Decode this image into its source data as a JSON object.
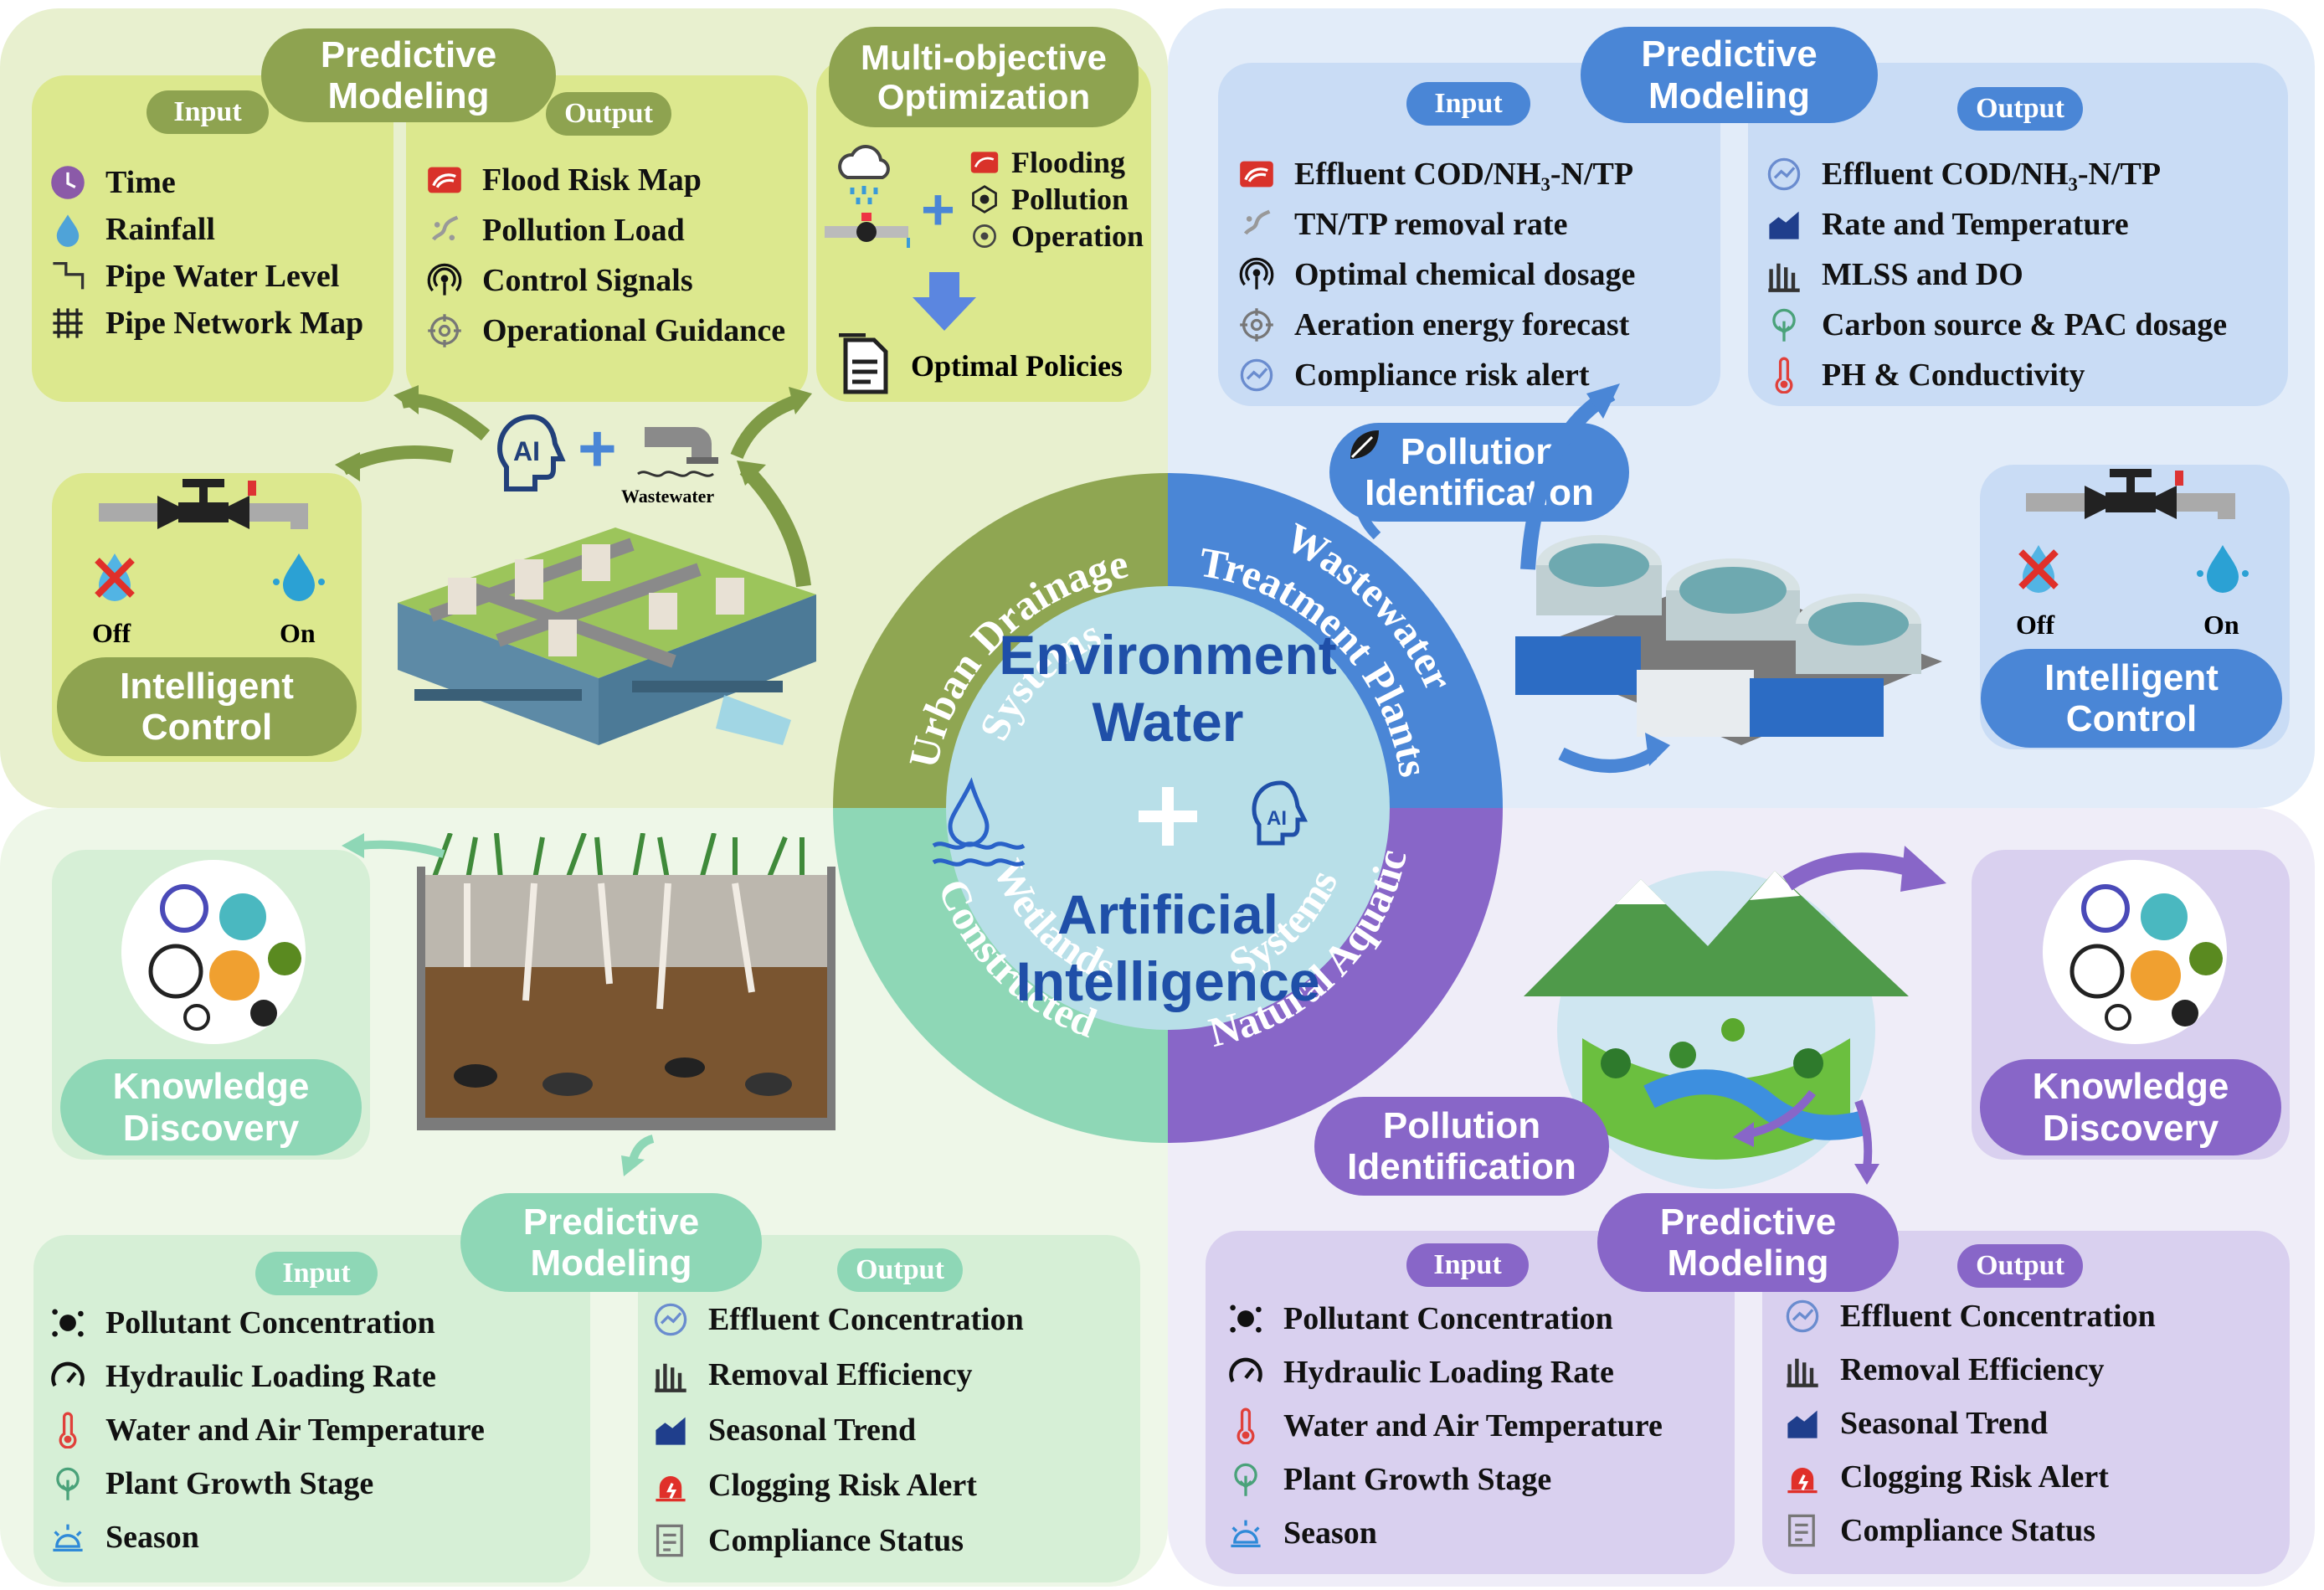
{
  "center": {
    "line1": "Environment",
    "line2": "Water",
    "line3": "Artificial",
    "line4": "Intelligence"
  },
  "sectors": {
    "urban": "Urban Drainage Systems",
    "wwtp": "Wastewater Treatment Plants",
    "wetlands": "Constructed Wetlands",
    "natural": "Natural Aquatic Systems"
  },
  "colors": {
    "urban": "#8fa652",
    "wwtp": "#4a86d6",
    "wetlands": "#8ed7b6",
    "natural": "#8866c8",
    "center": "#b8dfe8"
  },
  "urban": {
    "predictive_title": "Predictive Modeling",
    "input_tag": "Input",
    "output_tag": "Output",
    "inputs": [
      "Time",
      "Rainfall",
      "Pipe Water Level",
      "Pipe Network Map"
    ],
    "outputs": [
      "Flood Risk Map",
      "Pollution Load",
      "Control Signals",
      "Operational Guidance"
    ],
    "moo_title": "Multi-objective Optimization",
    "moo_items": [
      "Flooding",
      "Pollution",
      "Operation"
    ],
    "moo_result": "Optimal Policies",
    "control_title": "Intelligent Control",
    "off": "Off",
    "on": "On",
    "ai_label": "AI",
    "wastewater": "Wastewater"
  },
  "wwtp": {
    "predictive_title": "Predictive Modeling",
    "input_tag": "Input",
    "output_tag": "Output",
    "inputs": [
      "Effluent COD/NH₃-N/TP",
      "TN/TP removal rate",
      "Optimal chemical dosage",
      "Aeration energy forecast",
      "Compliance risk alert"
    ],
    "outputs": [
      "Effluent COD/NH₃-N/TP",
      "Rate and Temperature",
      "MLSS and DO",
      "Carbon source & PAC dosage",
      "PH & Conductivity"
    ],
    "pollution_title": "Pollution Identification",
    "control_title": "Intelligent Control",
    "off": "Off",
    "on": "On"
  },
  "wetlands": {
    "knowledge_title": "Knowledge Discovery",
    "predictive_title": "Predictive Modeling",
    "input_tag": "Input",
    "output_tag": "Output",
    "inputs": [
      "Pollutant Concentration",
      "Hydraulic Loading Rate",
      "Water and Air Temperature",
      "Plant Growth Stage",
      "Season"
    ],
    "outputs": [
      "Effluent Concentration",
      "Removal Efficiency",
      "Seasonal Trend",
      "Clogging Risk Alert",
      "Compliance Status"
    ]
  },
  "natural": {
    "knowledge_title": "Knowledge Discovery",
    "pollution_title": "Pollution Identification",
    "predictive_title": "Predictive Modeling",
    "input_tag": "Input",
    "output_tag": "Output",
    "inputs": [
      "Pollutant Concentration",
      "Hydraulic Loading Rate",
      "Water and Air Temperature",
      "Plant Growth Stage",
      "Season"
    ],
    "outputs": [
      "Effluent Concentration",
      "Removal Efficiency",
      "Seasonal Trend",
      "Clogging Risk Alert",
      "Compliance Status"
    ]
  }
}
